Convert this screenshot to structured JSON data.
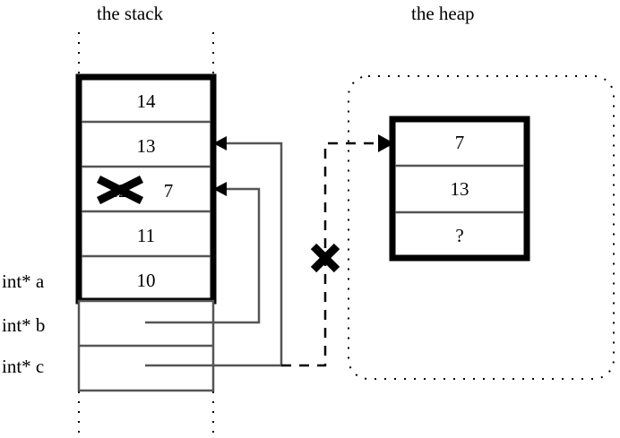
{
  "figure": {
    "stack": {
      "title": "the stack",
      "cells": [
        {
          "value": "14"
        },
        {
          "value": "13"
        },
        {
          "value": "12",
          "struck": true,
          "replacement": "7"
        },
        {
          "value": "11"
        },
        {
          "value": "10"
        }
      ],
      "pointer_labels": [
        {
          "name": "int* a"
        },
        {
          "name": "int* b"
        },
        {
          "name": "int* c"
        }
      ]
    },
    "heap": {
      "title": "the heap",
      "cells": [
        {
          "value": "7"
        },
        {
          "value": "13"
        },
        {
          "value": "?"
        }
      ]
    },
    "markers": [
      {
        "name": "struck-value-x",
        "meaning": "value-overwritten"
      },
      {
        "name": "dangling-pointer-x",
        "meaning": "pointer-invalid"
      }
    ],
    "colors": {
      "ink": "#000000",
      "background": "#ffffff",
      "thin_line": "#555555"
    }
  }
}
